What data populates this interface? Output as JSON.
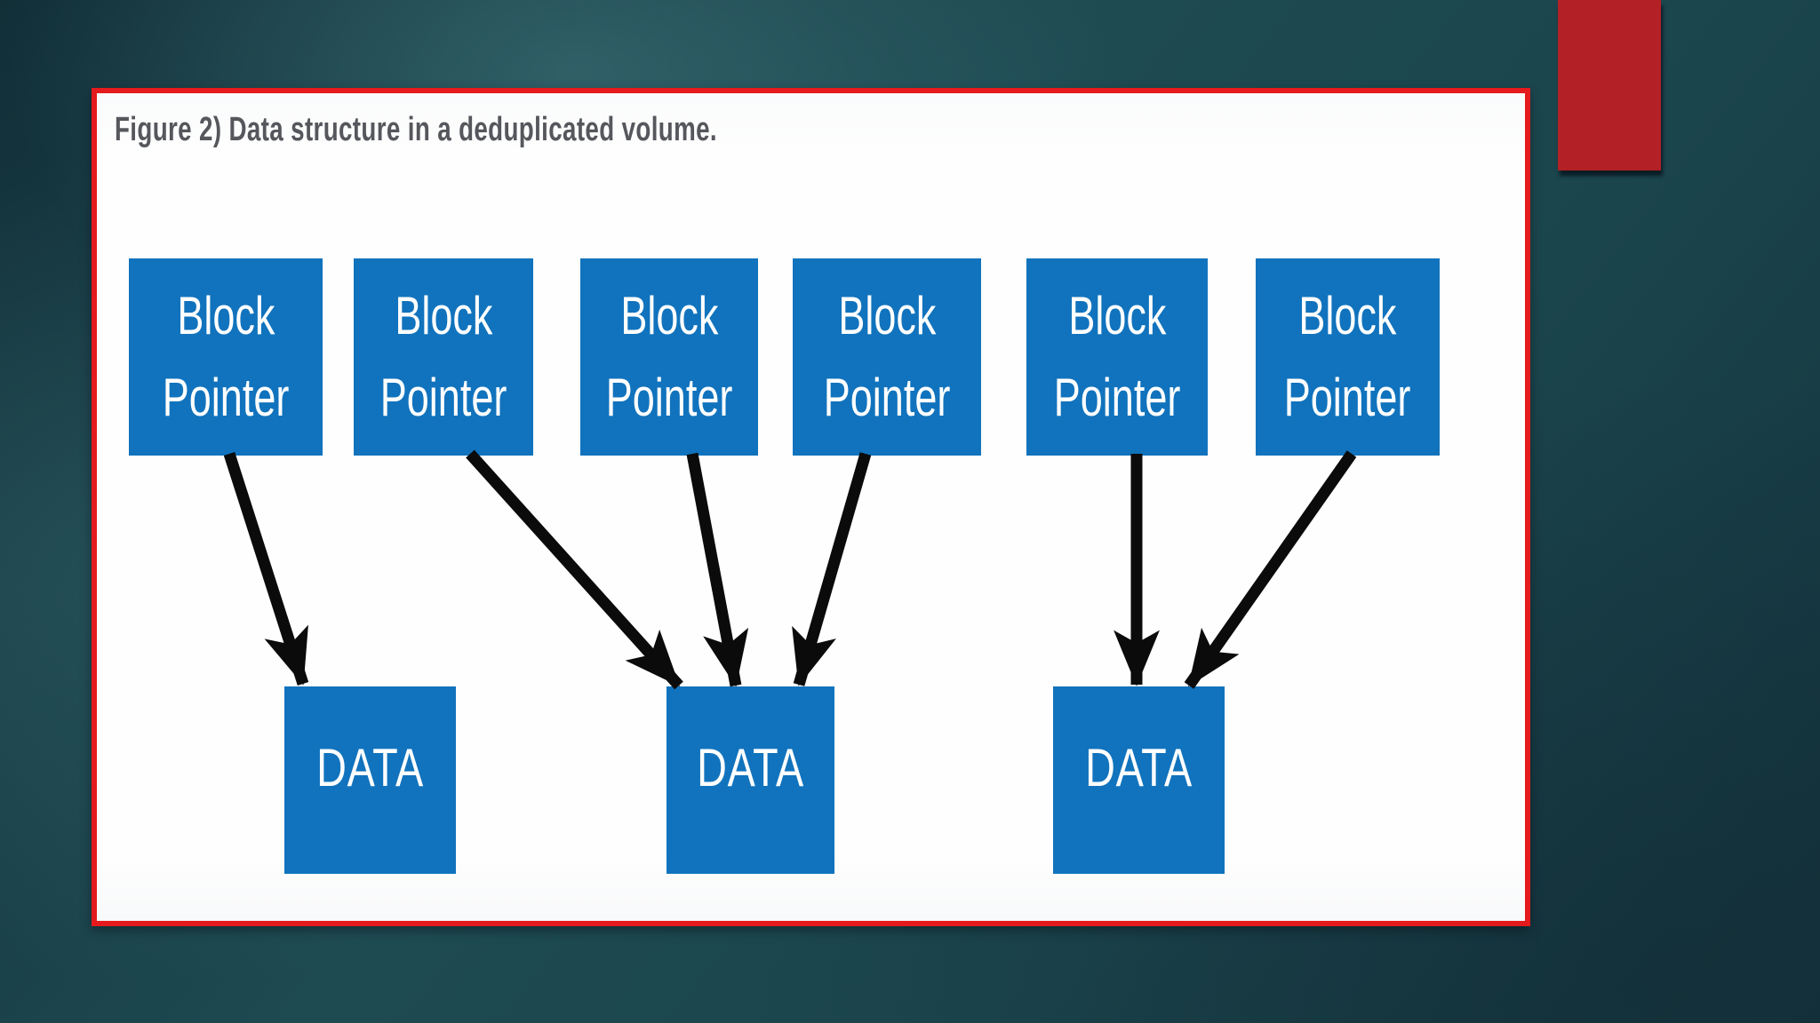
{
  "slide": {
    "background_base_color": "#1e4a52",
    "accent_bar_color": "#b32025"
  },
  "figure_panel": {
    "caption": "Figure 2) Data structure in a deduplicated volume.",
    "caption_color": "#55575c",
    "border_color": "#e41a1d",
    "background_color": "#fdfdfe"
  },
  "diagram": {
    "node_fill": "#1173bd",
    "node_text_color": "#ffffff",
    "arrow_color": "#0b0b0b",
    "block_pointer_label": [
      "Block",
      "Pointer"
    ],
    "data_label": "DATA",
    "block_pointer_count": 6,
    "data_block_count": 3,
    "edges": [
      {
        "from": "block-pointer-1",
        "to": "data-1"
      },
      {
        "from": "block-pointer-2",
        "to": "data-2"
      },
      {
        "from": "block-pointer-3",
        "to": "data-2"
      },
      {
        "from": "block-pointer-4",
        "to": "data-2"
      },
      {
        "from": "block-pointer-5",
        "to": "data-3"
      },
      {
        "from": "block-pointer-6",
        "to": "data-3"
      }
    ]
  }
}
